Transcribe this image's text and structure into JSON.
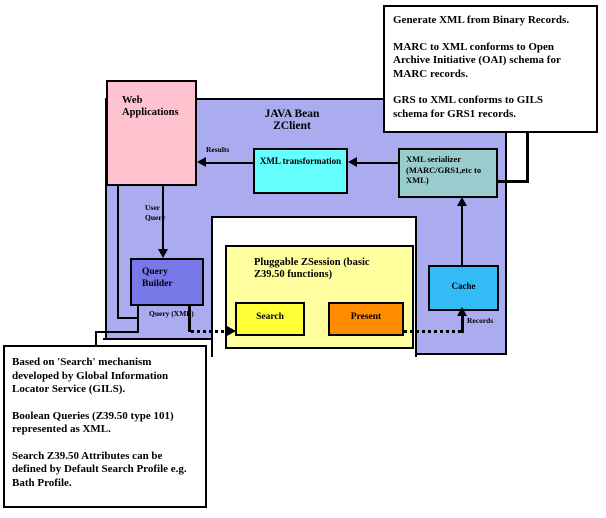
{
  "diagram": {
    "title": "JAVA Bean\nZClient",
    "web_applications": "Web\nApplications",
    "xml_transformation": "XML transformation",
    "xml_serializer": "XML serializer\n(MARC/GRS1,etc to\nXML)",
    "query_builder": "Query\nBuilder",
    "pluggable_zsession": "Pluggable ZSession (basic\nZ39.50 functions)",
    "search": "Search",
    "present": "Present",
    "cache": "Cache",
    "labels": {
      "results": "Results",
      "user_query": "User\nQuery",
      "query_xml": "Query (XML)",
      "records": "Records"
    },
    "colors": {
      "client_bg": "#ababef",
      "web_app": "#ffc3cf",
      "xml_transformation": "#66ffff",
      "xml_serializer": "#99cccc",
      "query_builder": "#7878e8",
      "zsession": "#ffff9e",
      "search": "#ffff35",
      "present": "#ff8c00",
      "cache": "#33bbf5"
    }
  },
  "annotations": {
    "top_right": {
      "paragraphs": [
        "Generate XML from Binary Records.",
        "MARC to XML conforms to Open\nArchive Initiative (OAI) schema for\nMARC records.",
        "GRS to XML conforms to GILS\nschema for GRS1 records."
      ]
    },
    "bottom_left": {
      "paragraphs": [
        "Based on 'Search' mechanism\ndeveloped by Global Information\nLocator Service (GILS).",
        "Boolean Queries (Z39.50 type 101)\nrepresented as XML.",
        "Search Z39.50 Attributes can be\ndefined by Default Search Profile e.g.\nBath Profile."
      ]
    }
  }
}
